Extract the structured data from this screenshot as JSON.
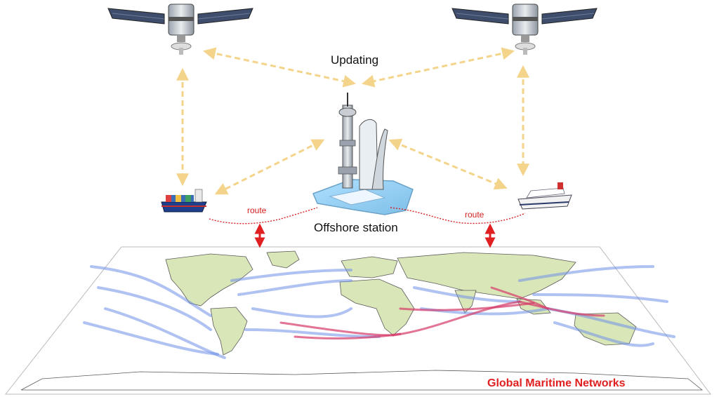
{
  "labels": {
    "updating": "Updating",
    "offshore_station": "Offshore station",
    "route_left": "route",
    "route_right": "route",
    "map_title": "Global Maritime Networks"
  },
  "icons": {
    "satellite_left": "satellite-icon",
    "satellite_right": "satellite-icon",
    "offshore_station": "offshore-station-icon",
    "ship_left": "container-ship-icon",
    "ship_right": "cruise-ship-icon"
  },
  "colors": {
    "link_arrow": "#f3d48a",
    "route_line": "#d42020",
    "shipping_lanes": "#6f8fe8",
    "shipping_lanes_dense": "#d63b6a",
    "land": "#d9e7b8",
    "ocean_map": "#ffffff",
    "title": "#e02020"
  }
}
